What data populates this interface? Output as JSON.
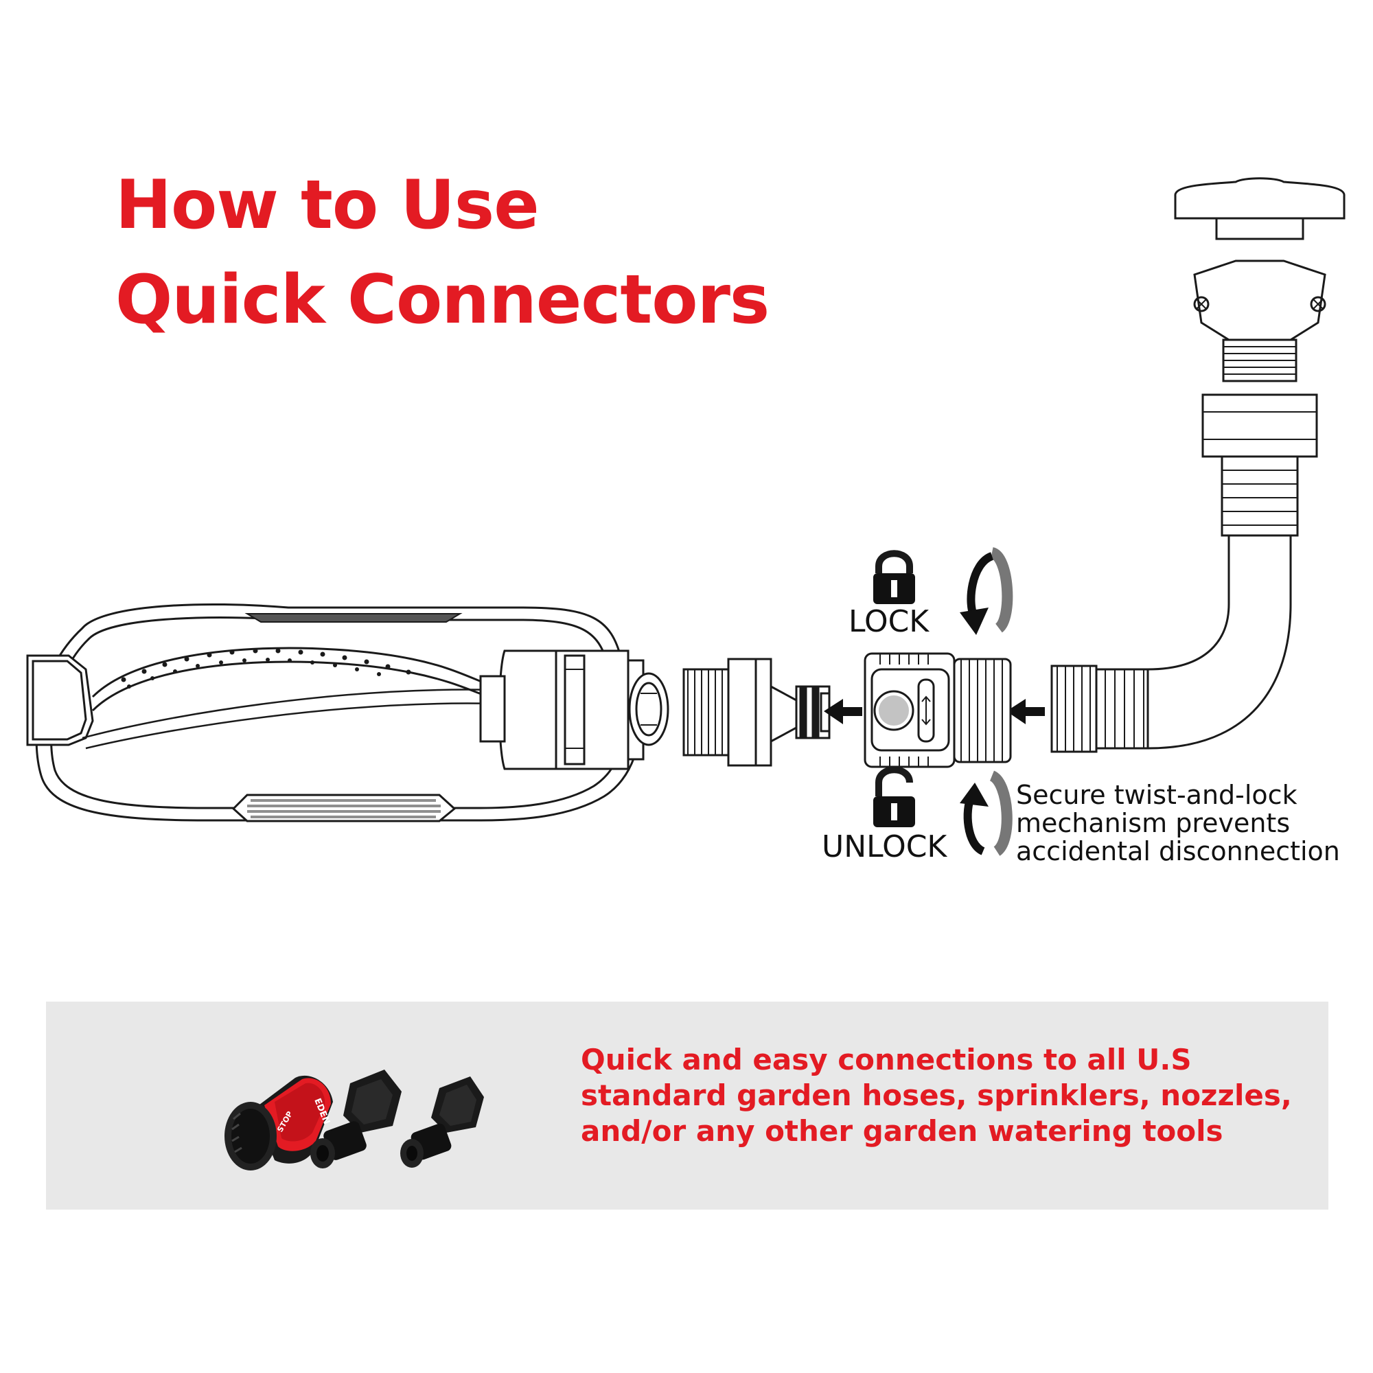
{
  "title": {
    "line1": "How to Use",
    "line2": "Quick Connectors"
  },
  "labels": {
    "lock": "LOCK",
    "unlock": "UNLOCK"
  },
  "feature_note": {
    "lines": [
      "Secure twist-and-lock",
      "mechanism prevents",
      "accidental disconnection"
    ]
  },
  "panel": {
    "lines": [
      "Quick and easy connections to all U.S",
      "standard garden hoses, sprinklers, nozzles,",
      "and/or any other garden watering tools"
    ],
    "brand_text": "EDEN",
    "stop_text": "STOP"
  },
  "colors": {
    "accent": "#e31b23",
    "panel_bg": "#e8e8e8",
    "line": "#1a1a1a"
  }
}
